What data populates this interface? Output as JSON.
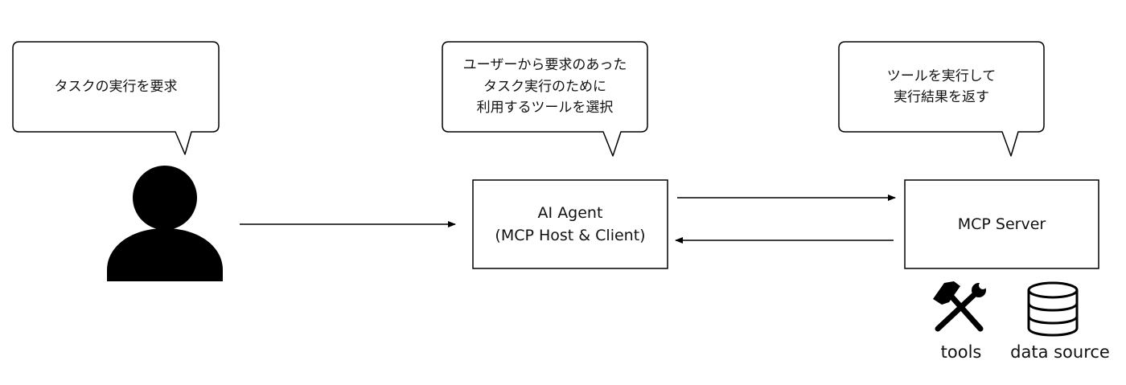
{
  "speech_bubbles": {
    "user": {
      "text": "タスクの実行を要求"
    },
    "agent": {
      "text": "ユーザーから要求のあった\nタスク実行のために\n利用するツールを選択"
    },
    "server": {
      "text": "ツールを実行して\n実行結果を返す"
    }
  },
  "nodes": {
    "user": {
      "icon": "user-icon"
    },
    "agent": {
      "label": "AI Agent\n(MCP Host & Client)"
    },
    "server": {
      "label": "MCP Server"
    }
  },
  "resources": {
    "tools": {
      "icon": "tools-icon",
      "label": "tools"
    },
    "data_source": {
      "icon": "database-icon",
      "label": "data source"
    }
  },
  "colors": {
    "stroke": "#000000",
    "fill": "#ffffff",
    "icon": "#000000",
    "text": "#111111"
  }
}
